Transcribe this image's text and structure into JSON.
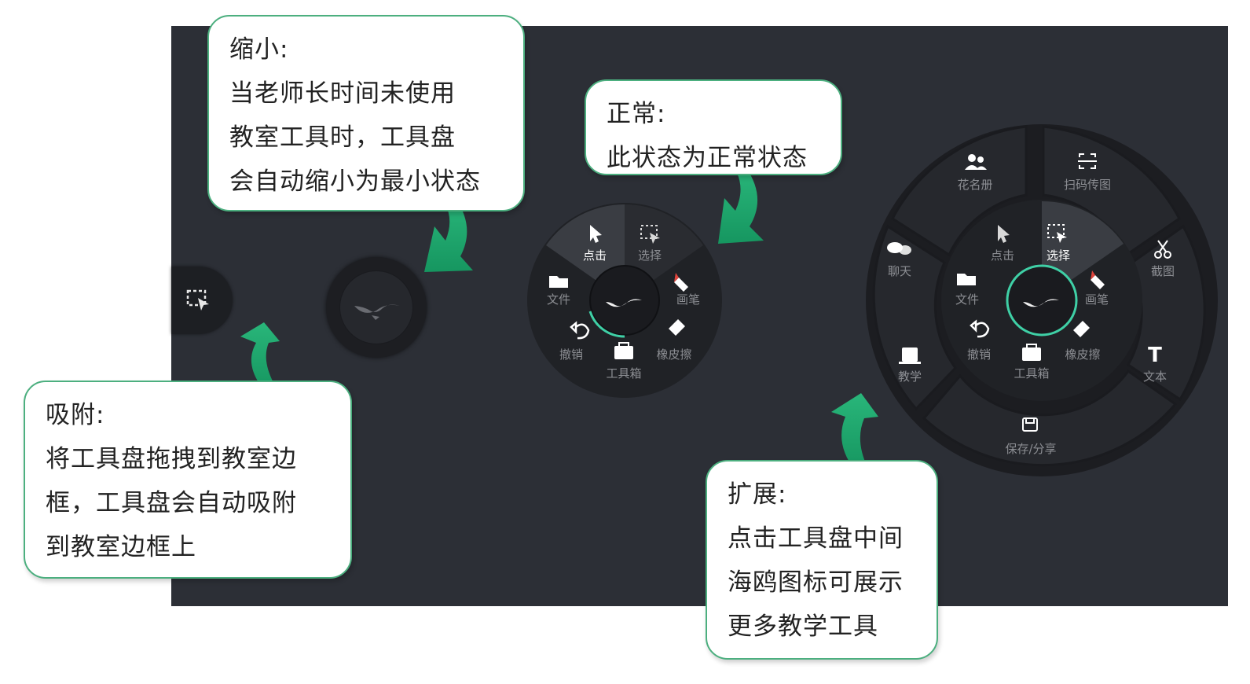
{
  "callouts": {
    "shrink": {
      "title": "缩小:",
      "lines": [
        "当老师长时间未使用",
        "教室工具时，工具盘",
        "会自动缩小为最小状态"
      ]
    },
    "normal": {
      "title": "正常:",
      "lines": [
        "此状态为正常状态"
      ]
    },
    "dock": {
      "title": "吸附:",
      "lines": [
        "将工具盘拖拽到教室边",
        "框，工具盘会自动吸附",
        "到教室边框上"
      ]
    },
    "expand": {
      "title": "扩展:",
      "lines": [
        "点击工具盘中间",
        "海鸥图标可展示",
        "更多教学工具"
      ]
    }
  },
  "inner_wheel": {
    "click": "点击",
    "select": "选择",
    "pen": "画笔",
    "eraser": "橡皮擦",
    "toolbox": "工具箱",
    "undo": "撤销",
    "file": "文件"
  },
  "outer_wheel": {
    "roster": "花名册",
    "scan": "扫码传图",
    "screenshot": "截图",
    "text": "文本",
    "save_share": "保存/分享",
    "teaching": "教学",
    "chat": "聊天"
  },
  "colors": {
    "board_bg": "#2c2f36",
    "callout_border": "#4caf7f",
    "arrow_green": "#1fa56b",
    "ring_accent": "#3fd0a6",
    "pen_red": "#e0443c"
  },
  "icons": [
    "select-icon",
    "pointer-icon",
    "pen-icon",
    "eraser-icon",
    "toolbox-icon",
    "undo-icon",
    "folder-icon",
    "seagull-icon",
    "roster-icon",
    "scan-icon",
    "scissors-icon",
    "text-icon",
    "save-icon",
    "teaching-icon",
    "chat-icon"
  ]
}
